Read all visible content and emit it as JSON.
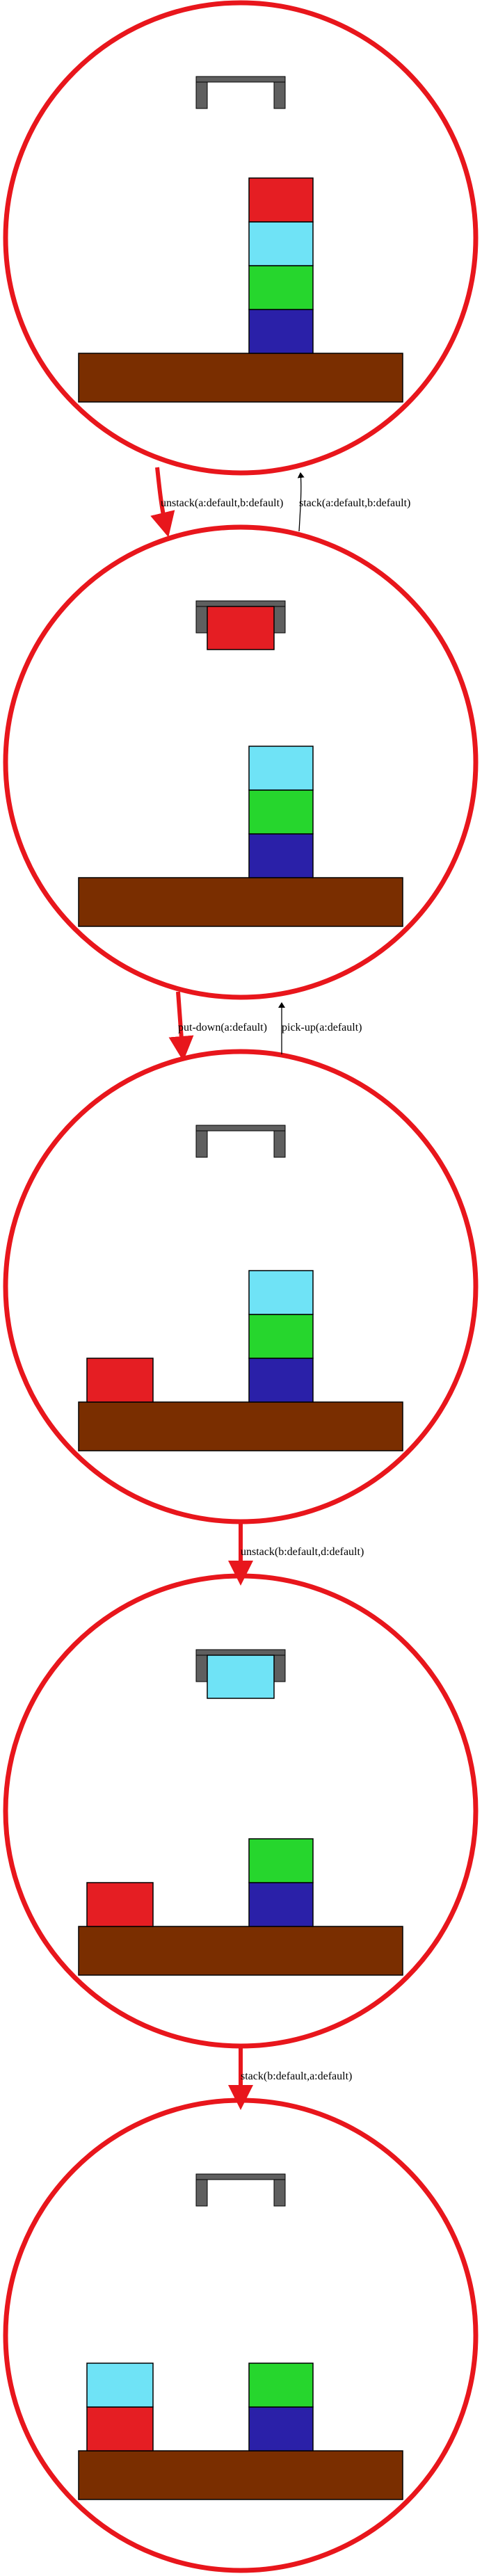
{
  "colors": {
    "state_border": "#e8161c",
    "table": "#7a2e00",
    "gripper": "#5f5f5f",
    "arrow_bold": "#e8161c",
    "arrow_thin": "#000000",
    "block_red": "#e51e23",
    "block_cyan": "#6fe3f6",
    "block_green": "#26d62d",
    "block_navy": "#2a20a8"
  },
  "states": [
    {
      "id": "s0",
      "held": null,
      "stacks": [
        {
          "slot": "right",
          "blocks": [
            "block_navy",
            "block_green",
            "block_cyan",
            "block_red"
          ]
        }
      ]
    },
    {
      "id": "s1",
      "held": "block_red",
      "stacks": [
        {
          "slot": "right",
          "blocks": [
            "block_navy",
            "block_green",
            "block_cyan"
          ]
        }
      ]
    },
    {
      "id": "s2",
      "held": null,
      "stacks": [
        {
          "slot": "left",
          "blocks": [
            "block_red"
          ]
        },
        {
          "slot": "right",
          "blocks": [
            "block_navy",
            "block_green",
            "block_cyan"
          ]
        }
      ]
    },
    {
      "id": "s3",
      "held": "block_cyan",
      "stacks": [
        {
          "slot": "left",
          "blocks": [
            "block_red"
          ]
        },
        {
          "slot": "right",
          "blocks": [
            "block_navy",
            "block_green"
          ]
        }
      ]
    },
    {
      "id": "s4",
      "held": null,
      "stacks": [
        {
          "slot": "left",
          "blocks": [
            "block_red",
            "block_cyan"
          ]
        },
        {
          "slot": "right",
          "blocks": [
            "block_navy",
            "block_green"
          ]
        }
      ]
    }
  ],
  "edges": [
    {
      "from": 0,
      "to": 1,
      "style": "bold",
      "label": "unstack(a:default,b:default)"
    },
    {
      "from": 1,
      "to": 0,
      "style": "thin",
      "label": "stack(a:default,b:default)"
    },
    {
      "from": 1,
      "to": 2,
      "style": "bold",
      "label": "put-down(a:default)"
    },
    {
      "from": 2,
      "to": 1,
      "style": "thin",
      "label": "pick-up(a:default)"
    },
    {
      "from": 2,
      "to": 3,
      "style": "bold",
      "label": "unstack(b:default,d:default)"
    },
    {
      "from": 3,
      "to": 4,
      "style": "bold",
      "label": "stack(b:default,a:default)"
    }
  ]
}
